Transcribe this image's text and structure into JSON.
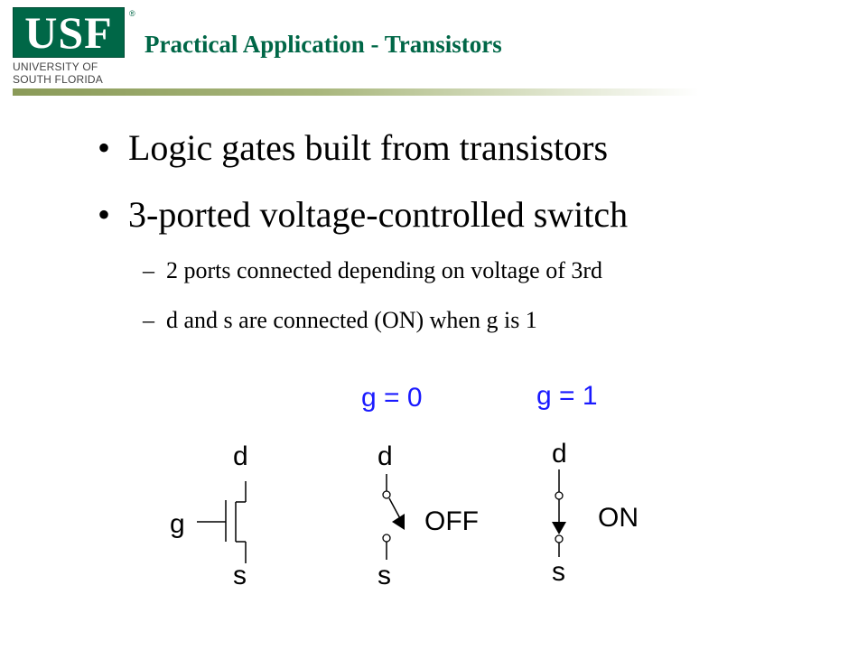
{
  "logo": {
    "wordmark": "USF",
    "registered": "®",
    "line1": "UNIVERSITY OF",
    "line2": "SOUTH FLORIDA"
  },
  "slide": {
    "title": "Practical Application - Transistors",
    "bullets": [
      {
        "marker": "•",
        "text": "Logic gates built from transistors"
      },
      {
        "marker": "•",
        "text": "3-ported voltage-controlled switch"
      }
    ],
    "subbullets": [
      {
        "marker": "–",
        "text": "2 ports connected depending on voltage of 3rd"
      },
      {
        "marker": "–",
        "text": "d and s are connected (ON) when g is 1"
      }
    ]
  },
  "diagram": {
    "transistor": {
      "gate": "g",
      "drain": "d",
      "source": "s"
    },
    "off_case": {
      "condition": "g = 0",
      "drain": "d",
      "source": "s",
      "state": "OFF"
    },
    "on_case": {
      "condition": "g = 1",
      "drain": "d",
      "source": "s",
      "state": "ON"
    }
  },
  "colors": {
    "brand_green": "#006747",
    "condition_blue": "#1a1aff",
    "text": "#000000"
  }
}
